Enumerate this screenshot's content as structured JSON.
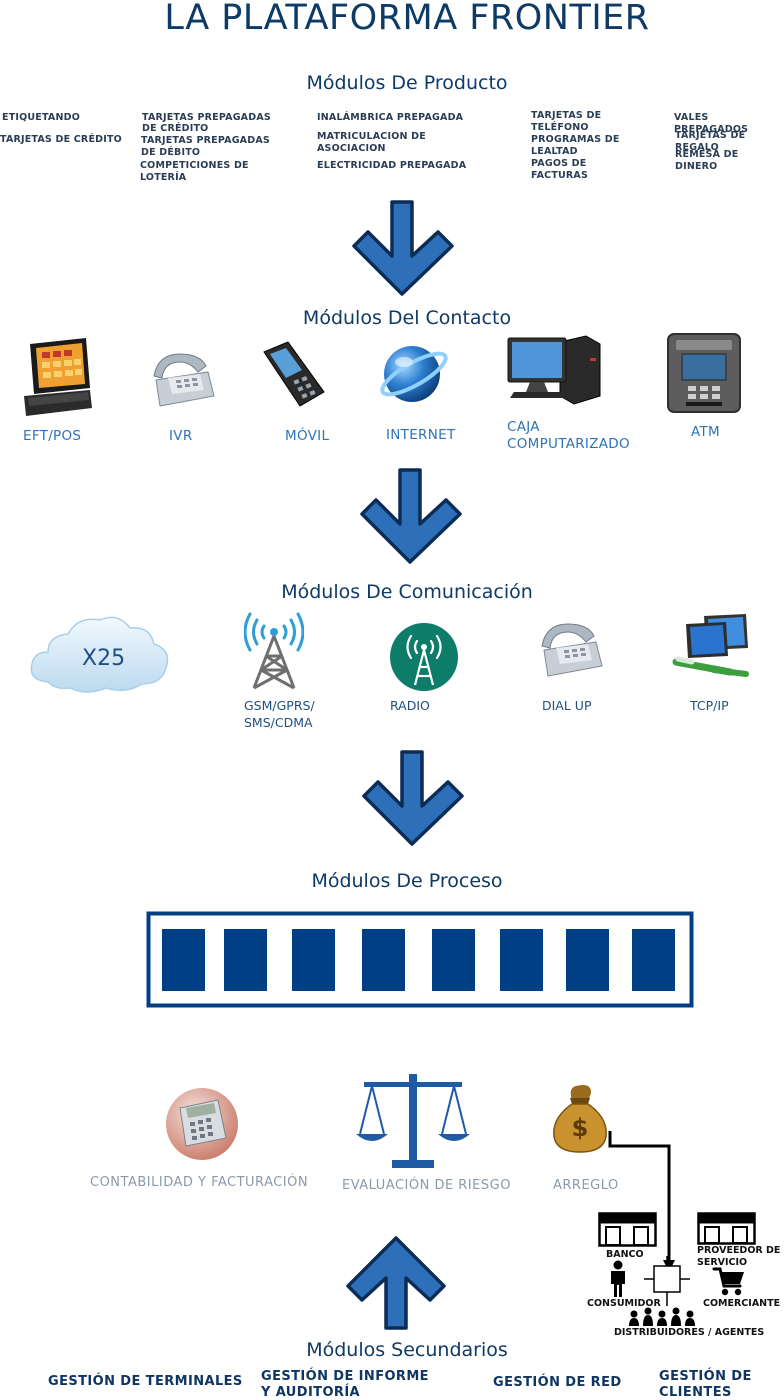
{
  "title": "LA PLATAFORMA FRONTIER",
  "sections": {
    "product": "Módulos De Producto",
    "contact": "Módulos Del Contacto",
    "communication": "Módulos De Comunicación",
    "process": "Módulos De Proceso",
    "secondary": "Módulos Secundarios"
  },
  "product_items": [
    [
      "ETIQUETANDO",
      "TARJETAS DE CRÉDITO"
    ],
    [
      "TARJETAS PREPAGADAS",
      "DE CRÉDITO",
      "TARJETAS PREPAGADAS",
      "DE DÉBITO",
      "COMPETICIONES DE",
      "LOTERÍA"
    ],
    [
      "INALÁMBRICA PREPAGADA",
      "MATRICULACION DE",
      "ASOCIACION",
      "ELECTRICIDAD PREPAGADA"
    ],
    [
      "TARJETAS DE",
      "TELÉFONO",
      "PROGRAMAS DE",
      "LEALTAD",
      "PAGOS DE",
      "FACTURAS"
    ],
    [
      "VALES PREPAGADOS",
      "TARJETAS DE REGALO",
      "REMESA DE DINERO"
    ]
  ],
  "contact_items": [
    "EFT/POS",
    "IVR",
    "MÓVIL",
    "INTERNET",
    "CAJA",
    "COMPUTARIZADO",
    "ATM"
  ],
  "comm_items": [
    "X25",
    "GSM/GPRS/",
    "SMS/CDMA",
    "RADIO",
    "DIAL UP",
    "TCP/IP"
  ],
  "process": {
    "blocks": 8
  },
  "generic_items": [
    "CONTABILIDAD Y FACTURACIÓN",
    "EVALUACIÓN DE RIESGO",
    "ARREGLO"
  ],
  "network": {
    "banco": "BANCO",
    "proveedor": [
      "PROVEEDOR DE",
      "SERVICIO"
    ],
    "consumidor": "CONSUMIDOR",
    "comerciante": "COMERCIANTE",
    "distribuidores": "DISTRIBUIDORES / AGENTES"
  },
  "secondary_items": [
    "GESTIÓN DE TERMINALES",
    "GESTIÓN DE INFORME",
    "Y AUDITORÍA",
    "GESTIÓN DE RED",
    "GESTIÓN DE",
    "CLIENTES"
  ],
  "colors": {
    "navy": "#0e3a66",
    "arrow": "#2e6fba",
    "process": "#003f84",
    "label_blue": "#2e74b5"
  }
}
